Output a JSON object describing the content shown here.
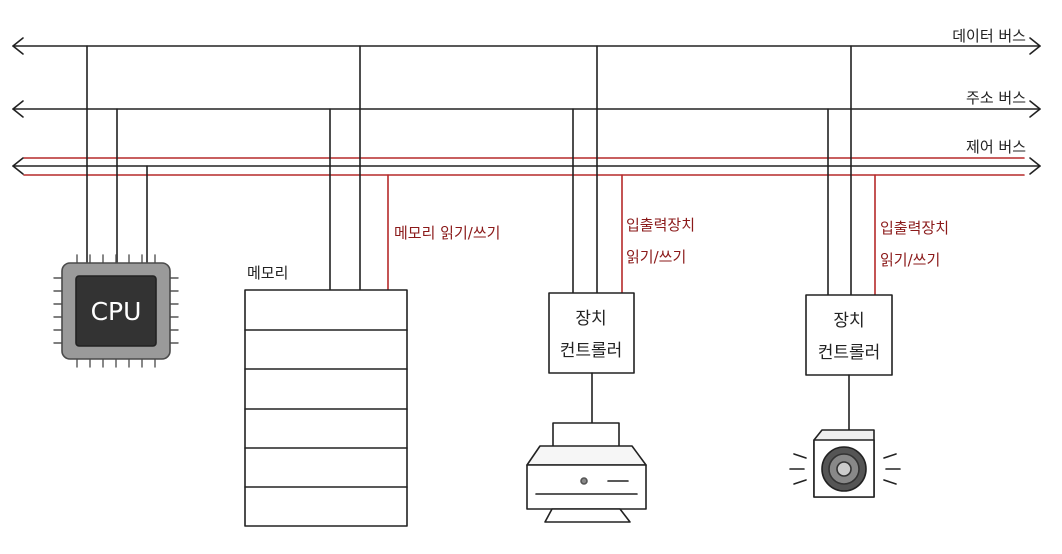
{
  "colors": {
    "ink": "#222222",
    "control_red": "#b52a2a",
    "label_red": "#8b1a1a",
    "cpu_body": "#9a9a9a",
    "cpu_core": "#333333"
  },
  "buses": {
    "data_bus": "데이터 버스",
    "address_bus": "주소 버스",
    "control_bus": "제어 버스"
  },
  "cpu": {
    "label": "CPU",
    "icon": "cpu-chip-icon"
  },
  "memory": {
    "label": "메모리",
    "signal": "메모리 읽기/쓰기",
    "icon": "memory-stack-icon"
  },
  "device_controller_1": {
    "line1": "장치",
    "line2": "컨트롤러",
    "signal_line1": "입출력장치",
    "signal_line2": "읽기/쓰기",
    "device_icon": "printer-icon"
  },
  "device_controller_2": {
    "line1": "장치",
    "line2": "컨트롤러",
    "signal_line1": "입출력장치",
    "signal_line2": "읽기/쓰기",
    "device_icon": "speaker-icon"
  }
}
